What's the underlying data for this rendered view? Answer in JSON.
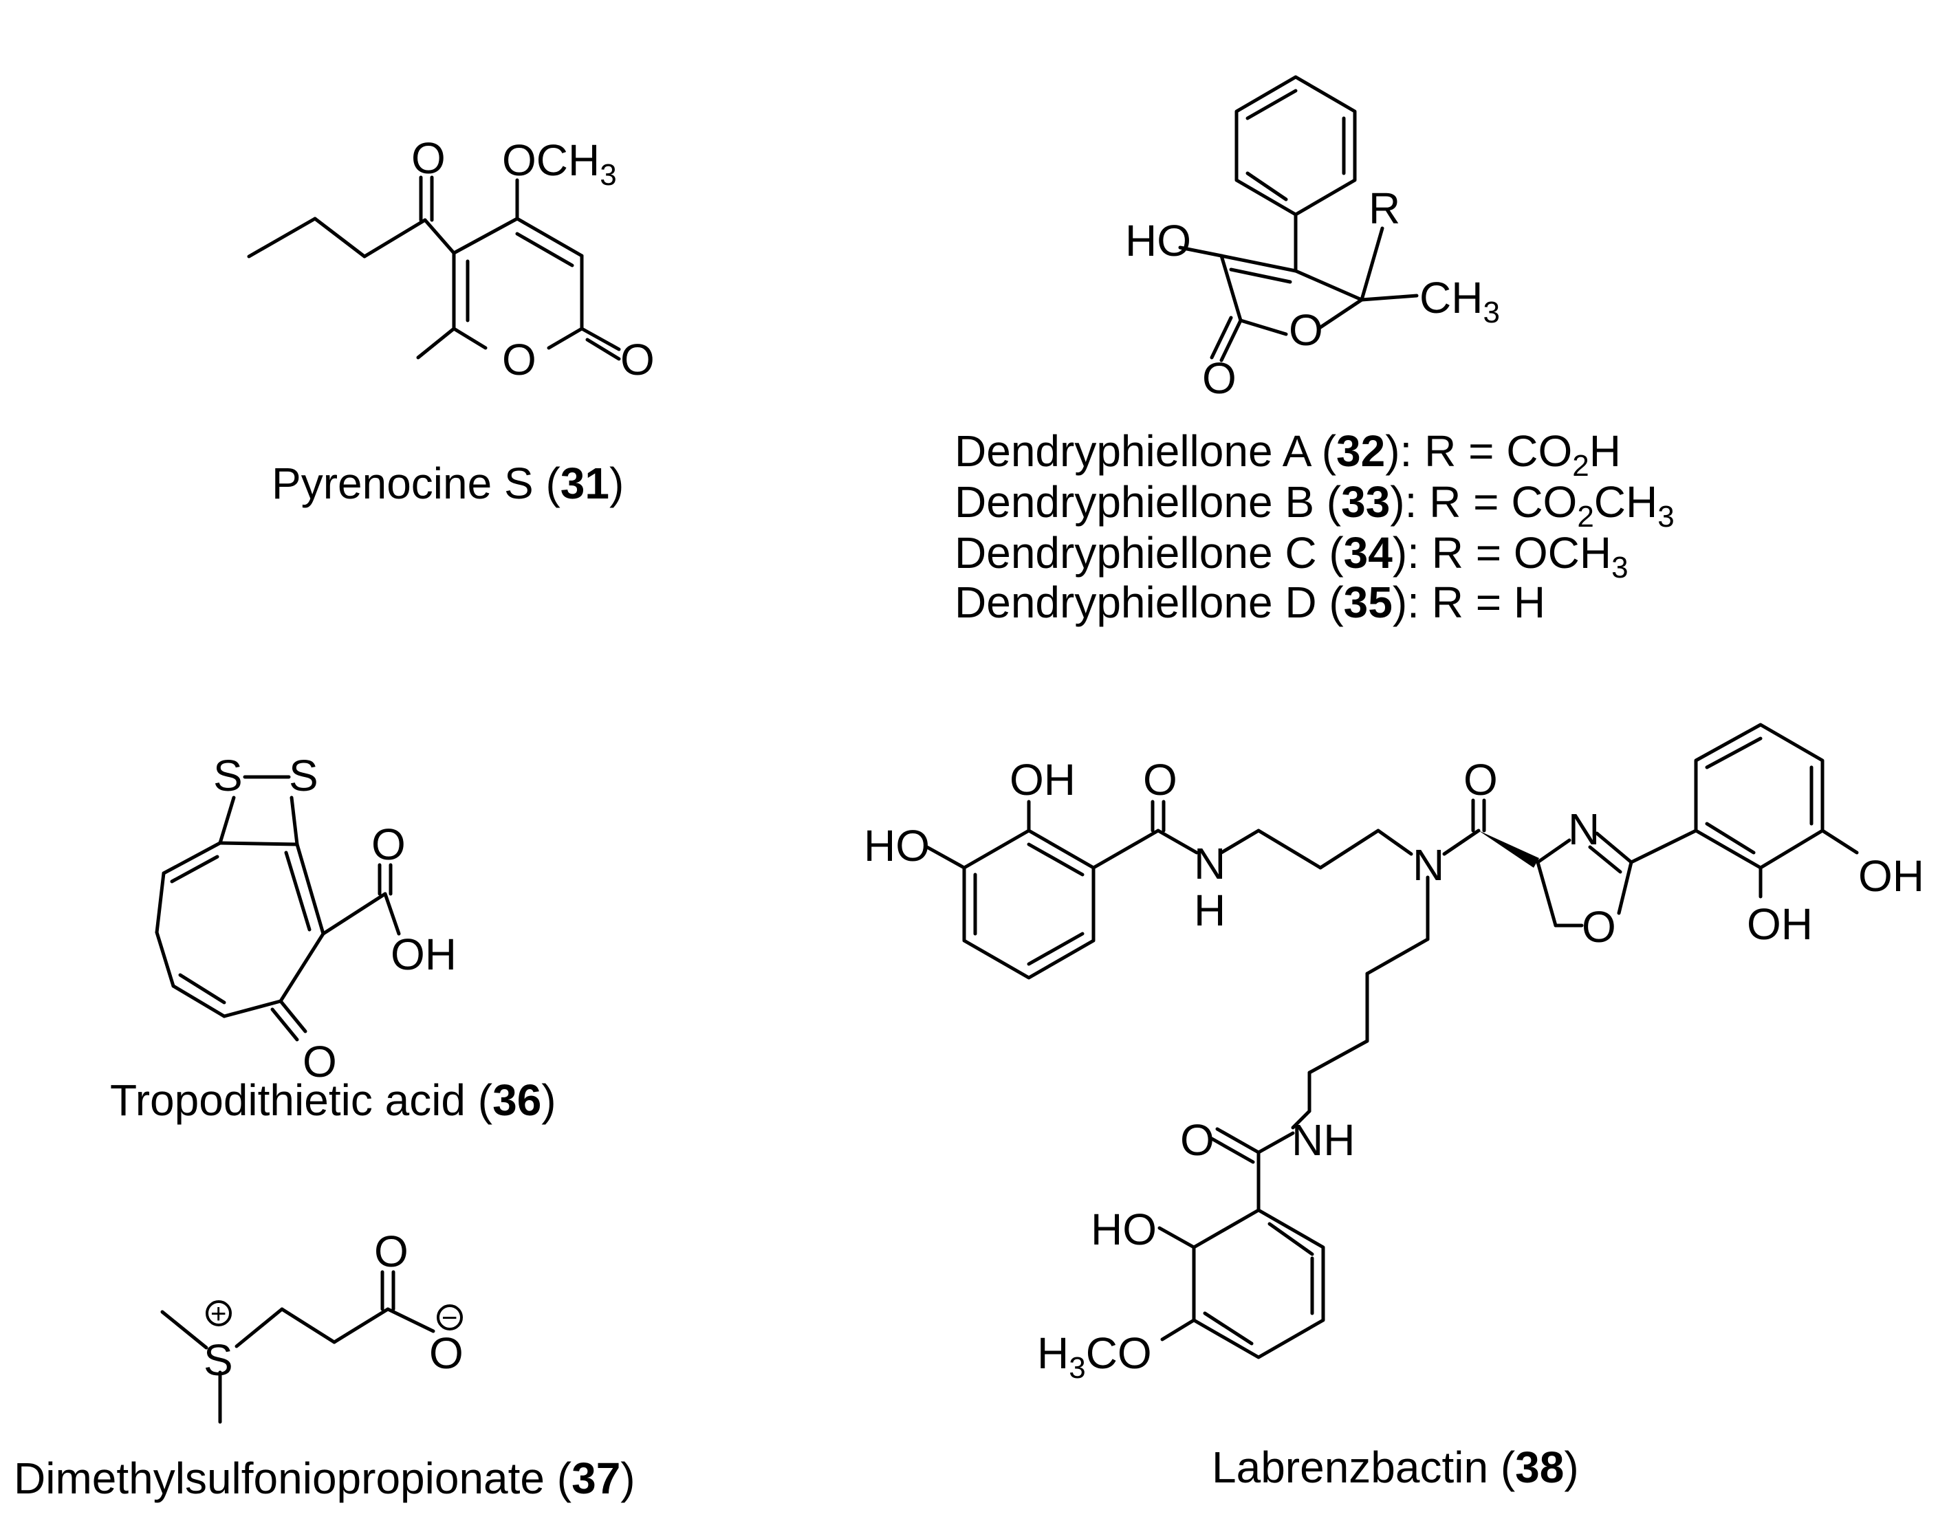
{
  "compounds": {
    "c31": {
      "name": "Pyrenocine S (",
      "number": "31",
      "close": ")"
    },
    "c32": {
      "name": "Dendryphiellone A (",
      "number": "32",
      "tail": "): R = CO",
      "sub": "2",
      "tail2": "H"
    },
    "c33": {
      "name": "Dendryphiellone B (",
      "number": "33",
      "tail": "): R = CO",
      "sub": "2",
      "tail2": "CH",
      "sub2": "3"
    },
    "c34": {
      "name": "Dendryphiellone C (",
      "number": "34",
      "tail": "): R = OCH",
      "sub": "3"
    },
    "c35": {
      "name": "Dendryphiellone D (",
      "number": "35",
      "tail": "): R = H"
    },
    "c36": {
      "name": "Tropodithietic acid (",
      "number": "36",
      "close": ")"
    },
    "c37": {
      "name": "Dimethylsulfoniopropionate (",
      "number": "37",
      "close": ")"
    },
    "c38": {
      "name": "Labrenzbactin (",
      "number": "38",
      "close": ")"
    }
  },
  "atoms": {
    "O": "O",
    "OCH": "OCH",
    "three": "3",
    "HO": "HO",
    "R": "R",
    "CH": "CH",
    "S": "S",
    "OH": "OH",
    "N": "N",
    "NH": "NH",
    "H": "H",
    "H3C_H": "H",
    "H3C_3": "3",
    "H3C_CO": "CO",
    "plus": "+",
    "minus": "−"
  }
}
